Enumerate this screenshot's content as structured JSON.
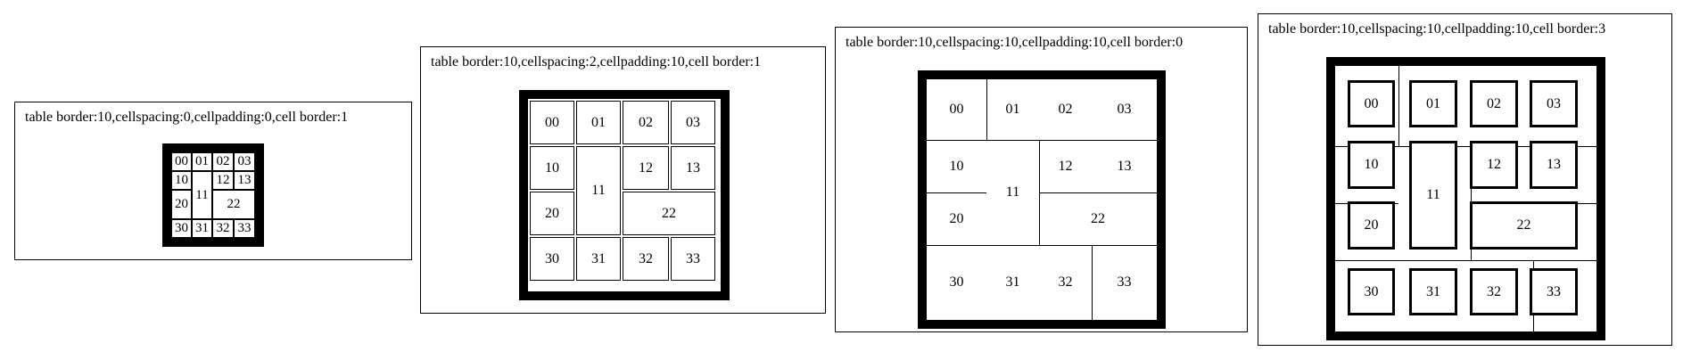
{
  "panels": [
    {
      "caption": "table border:10,cellspacing:0,cellpadding:0,cell border:1",
      "cells": {
        "c00": "00",
        "c01": "01",
        "c02": "02",
        "c03": "03",
        "c10": "10",
        "c11": "11",
        "c12": "12",
        "c13": "13",
        "c20": "20",
        "c22": "22",
        "c30": "30",
        "c31": "31",
        "c32": "32",
        "c33": "33"
      }
    },
    {
      "caption": "table border:10,cellspacing:2,cellpadding:10,cell border:1",
      "cells": {
        "c00": "00",
        "c01": "01",
        "c02": "02",
        "c03": "03",
        "c10": "10",
        "c11": "11",
        "c12": "12",
        "c13": "13",
        "c20": "20",
        "c22": "22",
        "c30": "30",
        "c31": "31",
        "c32": "32",
        "c33": "33"
      }
    },
    {
      "caption": "table border:10,cellspacing:10,cellpadding:10,cell border:0",
      "cells": {
        "c00": "00",
        "c01": "01",
        "c02": "02",
        "c03": "03",
        "c10": "10",
        "c11": "11",
        "c12": "12",
        "c13": "13",
        "c20": "20",
        "c22": "22",
        "c30": "30",
        "c31": "31",
        "c32": "32",
        "c33": "33"
      }
    },
    {
      "caption": "table border:10,cellspacing:10,cellpadding:10,cell border:3",
      "cells": {
        "c00": "00",
        "c01": "01",
        "c02": "02",
        "c03": "03",
        "c10": "10",
        "c11": "11",
        "c12": "12",
        "c13": "13",
        "c20": "20",
        "c22": "22",
        "c30": "30",
        "c31": "31",
        "c32": "32",
        "c33": "33"
      }
    }
  ]
}
